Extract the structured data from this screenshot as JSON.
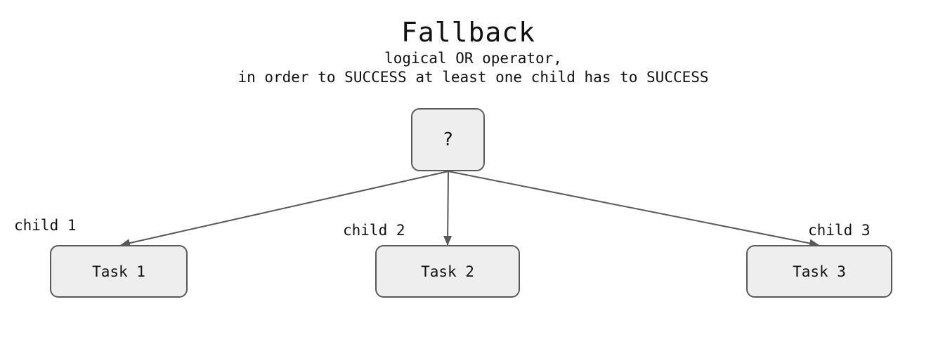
{
  "diagram": {
    "title": "Fallback",
    "subtitle_line1": "logical OR operator,",
    "subtitle_line2": "in order to SUCCESS at least one child has to SUCCESS",
    "root": {
      "label": "?"
    },
    "tasks": [
      {
        "label": "Task 1",
        "edge_label": "child 1"
      },
      {
        "label": "Task 2",
        "edge_label": "child 2"
      },
      {
        "label": "Task 3",
        "edge_label": "child 3"
      }
    ]
  },
  "colors": {
    "node_fill": "#eeeeee",
    "node_border": "#595959",
    "edge": "#595959",
    "text": "#111111"
  }
}
